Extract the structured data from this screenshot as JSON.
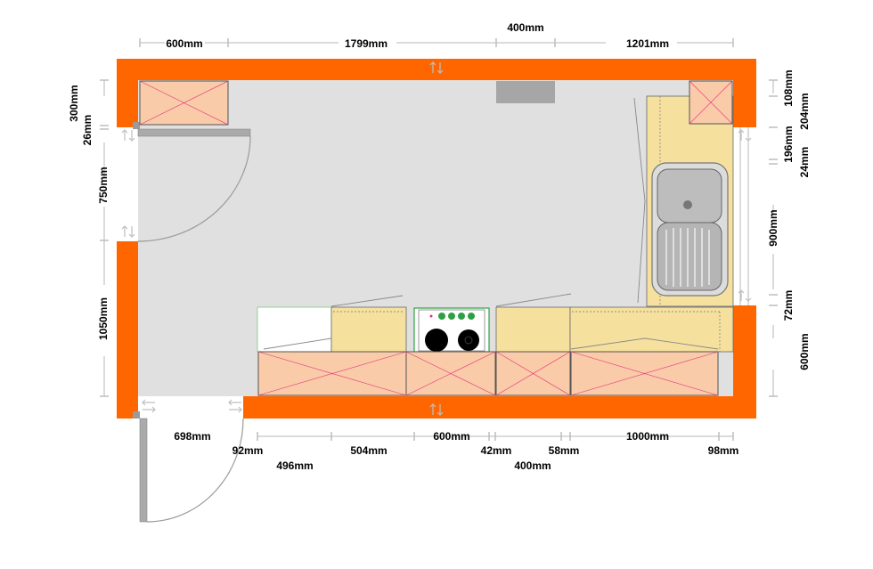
{
  "colors": {
    "wall": "#ff6600",
    "floor": "#e0e0e0",
    "worktop": "#f5e09e",
    "unit": "#f9cba8",
    "unit_cross": "#e5317a",
    "hob_burner": "#2ea043",
    "hob_plate": "#000000",
    "sink": "#9e9e9e",
    "door": "#9a9a9a"
  },
  "dimensions": {
    "top": {
      "d1": "600mm",
      "d2": "1799mm",
      "d3": "1201mm",
      "d_upper": "400mm"
    },
    "left": {
      "d1": "300mm",
      "d2": "26mm",
      "d3": "750mm",
      "d4": "1050mm"
    },
    "right": {
      "d1": "108mm",
      "d2": "204mm",
      "d3": "196mm",
      "d4": "24mm",
      "d5": "900mm",
      "d6": "72mm",
      "d7": "600mm"
    },
    "bottom": {
      "d1": "698mm",
      "d2": "92mm",
      "d3": "496mm",
      "d4": "504mm",
      "d5": "600mm",
      "d6": "42mm",
      "d7": "400mm",
      "d8": "58mm",
      "d9": "1000mm",
      "d10": "98mm"
    }
  }
}
